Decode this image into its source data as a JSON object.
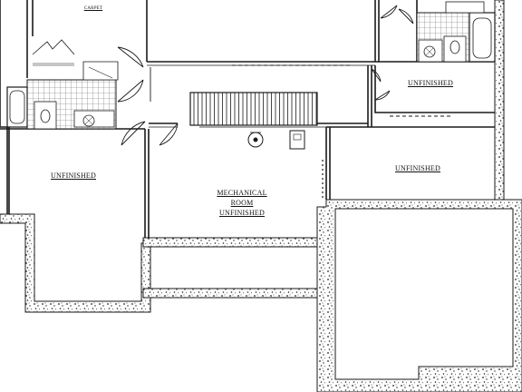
{
  "rooms": {
    "carpet": "CARPET",
    "unfinished_upper_right": "UNFINISHED",
    "unfinished_left": "UNFINISHED",
    "unfinished_right": "UNFINISHED",
    "mechanical": [
      "MECHANICAL",
      "ROOM",
      "UNFINISHED"
    ]
  },
  "colors": {
    "ink": "#1a1a1a",
    "tile": "#9a9a9a",
    "paper": "#ffffff"
  }
}
